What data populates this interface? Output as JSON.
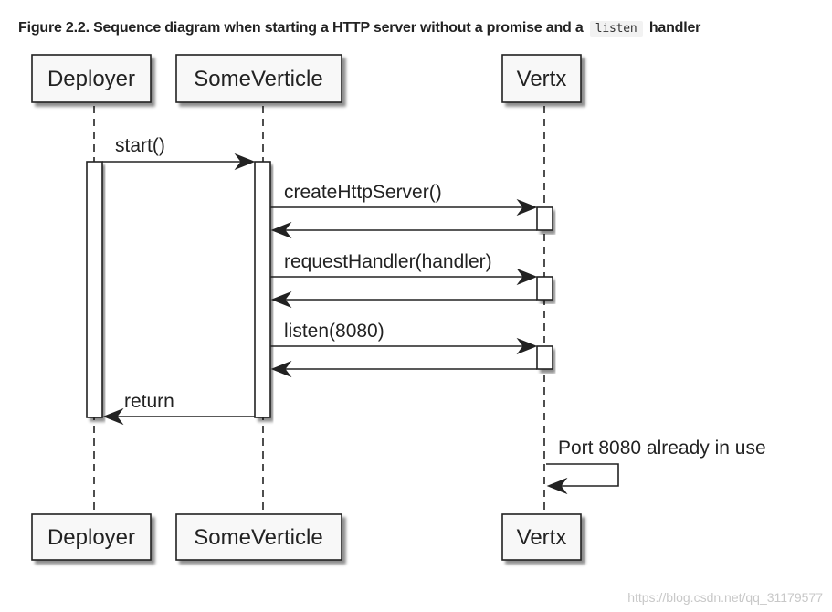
{
  "caption": {
    "text_before": "Figure 2.2. Sequence diagram when starting a HTTP server without a promise and a",
    "code": "listen",
    "text_after": "handler"
  },
  "participants": {
    "deployer": "Deployer",
    "someverticle": "SomeVerticle",
    "vertx": "Vertx"
  },
  "messages": {
    "start": "start()",
    "create_http_server": "createHttpServer()",
    "request_handler": "requestHandler(handler)",
    "listen": "listen(8080)",
    "return": "return",
    "self_note": "Port 8080 already in use"
  },
  "watermark": "https://blog.csdn.net/qq_31179577"
}
